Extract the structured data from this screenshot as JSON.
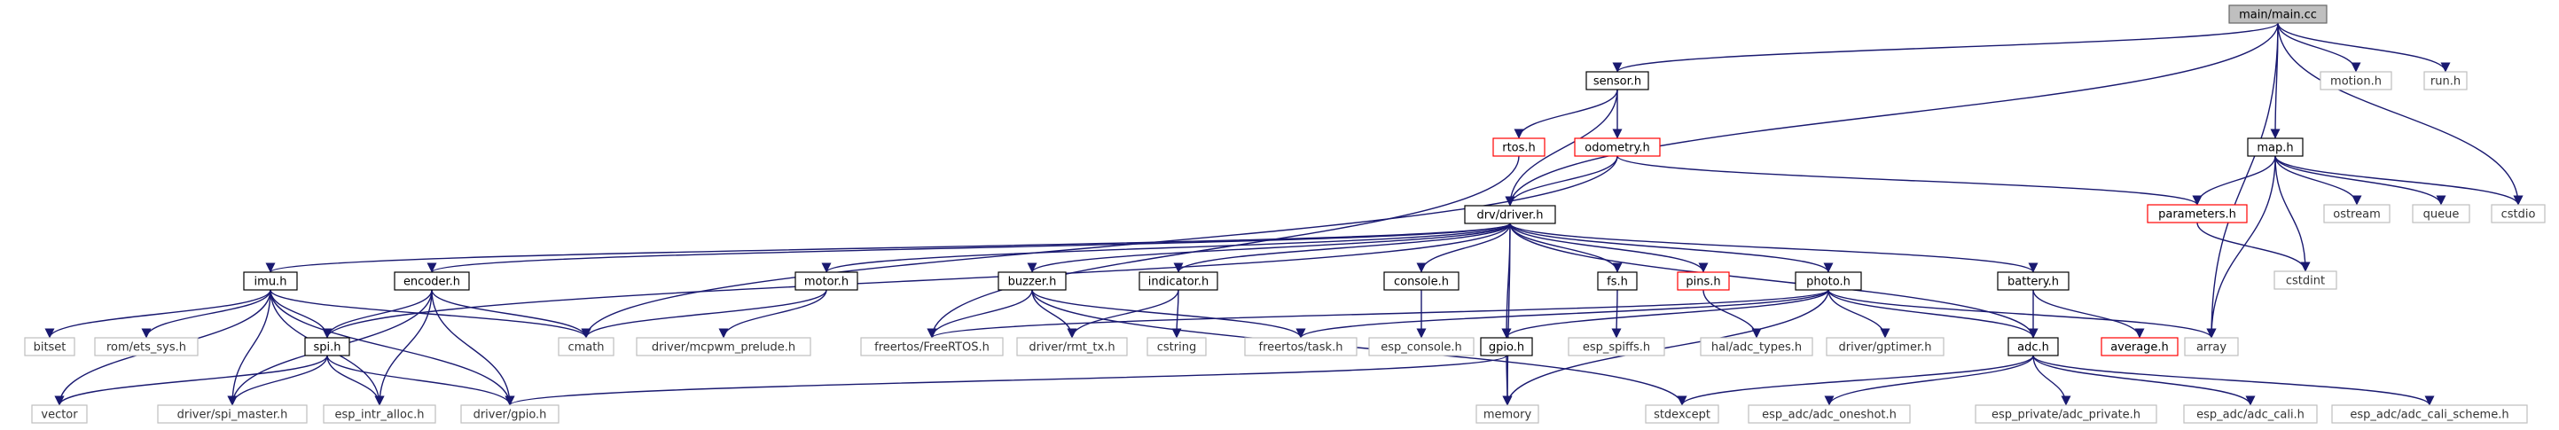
{
  "colors": {
    "edge": "#191970",
    "node_text": "#000000",
    "external_text": "#333333",
    "border_root": "#666666",
    "fill_root": "#bfbfbf",
    "border_documented": "#000000",
    "border_missing": "#ff0000",
    "border_external": "#bfbfbf"
  },
  "graph": {
    "nodes": [
      {
        "id": "main",
        "label": "main/main.cc",
        "kind": "root"
      },
      {
        "id": "sensor",
        "label": "sensor.h",
        "kind": "documented"
      },
      {
        "id": "motion",
        "label": "motion.h",
        "kind": "external"
      },
      {
        "id": "run",
        "label": "run.h",
        "kind": "external"
      },
      {
        "id": "map",
        "label": "map.h",
        "kind": "documented"
      },
      {
        "id": "cstdio",
        "label": "cstdio",
        "kind": "external"
      },
      {
        "id": "rtos",
        "label": "rtos.h",
        "kind": "missing"
      },
      {
        "id": "odometry",
        "label": "odometry.h",
        "kind": "missing"
      },
      {
        "id": "driver",
        "label": "drv/driver.h",
        "kind": "documented"
      },
      {
        "id": "parameters",
        "label": "parameters.h",
        "kind": "missing"
      },
      {
        "id": "ostream",
        "label": "ostream",
        "kind": "external"
      },
      {
        "id": "queue",
        "label": "queue",
        "kind": "external"
      },
      {
        "id": "cstdint",
        "label": "cstdint",
        "kind": "external"
      },
      {
        "id": "imu",
        "label": "imu.h",
        "kind": "documented"
      },
      {
        "id": "encoder",
        "label": "encoder.h",
        "kind": "documented"
      },
      {
        "id": "motor",
        "label": "motor.h",
        "kind": "documented"
      },
      {
        "id": "buzzer",
        "label": "buzzer.h",
        "kind": "documented"
      },
      {
        "id": "indicator",
        "label": "indicator.h",
        "kind": "documented"
      },
      {
        "id": "console",
        "label": "console.h",
        "kind": "documented"
      },
      {
        "id": "fs",
        "label": "fs.h",
        "kind": "documented"
      },
      {
        "id": "pins",
        "label": "pins.h",
        "kind": "missing"
      },
      {
        "id": "photo",
        "label": "photo.h",
        "kind": "documented"
      },
      {
        "id": "battery",
        "label": "battery.h",
        "kind": "documented"
      },
      {
        "id": "bitset",
        "label": "bitset",
        "kind": "external"
      },
      {
        "id": "ets_sys",
        "label": "rom/ets_sys.h",
        "kind": "external"
      },
      {
        "id": "spi",
        "label": "spi.h",
        "kind": "documented"
      },
      {
        "id": "cmath",
        "label": "cmath",
        "kind": "external"
      },
      {
        "id": "mcpwm",
        "label": "driver/mcpwm_prelude.h",
        "kind": "external"
      },
      {
        "id": "freertos",
        "label": "freertos/FreeRTOS.h",
        "kind": "external"
      },
      {
        "id": "rmt_tx",
        "label": "driver/rmt_tx.h",
        "kind": "external"
      },
      {
        "id": "cstring",
        "label": "cstring",
        "kind": "external"
      },
      {
        "id": "task",
        "label": "freertos/task.h",
        "kind": "external"
      },
      {
        "id": "esp_console",
        "label": "esp_console.h",
        "kind": "external"
      },
      {
        "id": "gpio",
        "label": "gpio.h",
        "kind": "documented"
      },
      {
        "id": "esp_spiffs",
        "label": "esp_spiffs.h",
        "kind": "external"
      },
      {
        "id": "adc_types",
        "label": "hal/adc_types.h",
        "kind": "external"
      },
      {
        "id": "gptimer",
        "label": "driver/gptimer.h",
        "kind": "external"
      },
      {
        "id": "adc",
        "label": "adc.h",
        "kind": "documented"
      },
      {
        "id": "average",
        "label": "average.h",
        "kind": "missing"
      },
      {
        "id": "array",
        "label": "array",
        "kind": "external"
      },
      {
        "id": "vector",
        "label": "vector",
        "kind": "external"
      },
      {
        "id": "spi_master",
        "label": "driver/spi_master.h",
        "kind": "external"
      },
      {
        "id": "esp_intr",
        "label": "esp_intr_alloc.h",
        "kind": "external"
      },
      {
        "id": "driver_gpio",
        "label": "driver/gpio.h",
        "kind": "external"
      },
      {
        "id": "memory",
        "label": "memory",
        "kind": "external"
      },
      {
        "id": "stdexcept",
        "label": "stdexcept",
        "kind": "external"
      },
      {
        "id": "adc_oneshot",
        "label": "esp_adc/adc_oneshot.h",
        "kind": "external"
      },
      {
        "id": "adc_private",
        "label": "esp_private/adc_private.h",
        "kind": "external"
      },
      {
        "id": "adc_cali",
        "label": "esp_adc/adc_cali.h",
        "kind": "external"
      },
      {
        "id": "adc_cali_scheme",
        "label": "esp_adc/adc_cali_scheme.h",
        "kind": "external"
      }
    ],
    "edges": [
      [
        "main",
        "sensor"
      ],
      [
        "main",
        "motion"
      ],
      [
        "main",
        "run"
      ],
      [
        "main",
        "map"
      ],
      [
        "main",
        "cstdio"
      ],
      [
        "main",
        "driver"
      ],
      [
        "main",
        "array"
      ],
      [
        "sensor",
        "rtos"
      ],
      [
        "sensor",
        "odometry"
      ],
      [
        "sensor",
        "driver"
      ],
      [
        "rtos",
        "freertos"
      ],
      [
        "odometry",
        "driver"
      ],
      [
        "odometry",
        "parameters"
      ],
      [
        "odometry",
        "cmath"
      ],
      [
        "map",
        "parameters"
      ],
      [
        "map",
        "ostream"
      ],
      [
        "map",
        "queue"
      ],
      [
        "map",
        "cstdio"
      ],
      [
        "map",
        "cstdint"
      ],
      [
        "map",
        "array"
      ],
      [
        "parameters",
        "cstdint"
      ],
      [
        "driver",
        "imu"
      ],
      [
        "driver",
        "encoder"
      ],
      [
        "driver",
        "motor"
      ],
      [
        "driver",
        "buzzer"
      ],
      [
        "driver",
        "indicator"
      ],
      [
        "driver",
        "console"
      ],
      [
        "driver",
        "fs"
      ],
      [
        "driver",
        "pins"
      ],
      [
        "driver",
        "photo"
      ],
      [
        "driver",
        "battery"
      ],
      [
        "driver",
        "gpio"
      ],
      [
        "driver",
        "memory"
      ],
      [
        "driver",
        "spi"
      ],
      [
        "driver",
        "adc"
      ],
      [
        "imu",
        "bitset"
      ],
      [
        "imu",
        "ets_sys"
      ],
      [
        "imu",
        "spi"
      ],
      [
        "imu",
        "cmath"
      ],
      [
        "imu",
        "vector"
      ],
      [
        "imu",
        "spi_master"
      ],
      [
        "imu",
        "esp_intr"
      ],
      [
        "imu",
        "driver_gpio"
      ],
      [
        "encoder",
        "spi"
      ],
      [
        "encoder",
        "cmath"
      ],
      [
        "encoder",
        "spi_master"
      ],
      [
        "encoder",
        "esp_intr"
      ],
      [
        "encoder",
        "driver_gpio"
      ],
      [
        "spi",
        "vector"
      ],
      [
        "spi",
        "spi_master"
      ],
      [
        "spi",
        "esp_intr"
      ],
      [
        "spi",
        "driver_gpio"
      ],
      [
        "motor",
        "cmath"
      ],
      [
        "motor",
        "mcpwm"
      ],
      [
        "buzzer",
        "freertos"
      ],
      [
        "buzzer",
        "rmt_tx"
      ],
      [
        "buzzer",
        "task"
      ],
      [
        "buzzer",
        "stdexcept"
      ],
      [
        "indicator",
        "rmt_tx"
      ],
      [
        "indicator",
        "cstring"
      ],
      [
        "console",
        "esp_console"
      ],
      [
        "fs",
        "esp_spiffs"
      ],
      [
        "pins",
        "adc_types"
      ],
      [
        "photo",
        "freertos"
      ],
      [
        "photo",
        "task"
      ],
      [
        "photo",
        "gpio"
      ],
      [
        "photo",
        "gptimer"
      ],
      [
        "photo",
        "adc"
      ],
      [
        "photo",
        "array"
      ],
      [
        "photo",
        "memory"
      ],
      [
        "battery",
        "adc"
      ],
      [
        "battery",
        "average"
      ],
      [
        "gpio",
        "driver_gpio"
      ],
      [
        "gpio",
        "memory"
      ],
      [
        "adc",
        "stdexcept"
      ],
      [
        "adc",
        "adc_oneshot"
      ],
      [
        "adc",
        "adc_private"
      ],
      [
        "adc",
        "adc_cali"
      ],
      [
        "adc",
        "adc_cali_scheme"
      ]
    ]
  }
}
